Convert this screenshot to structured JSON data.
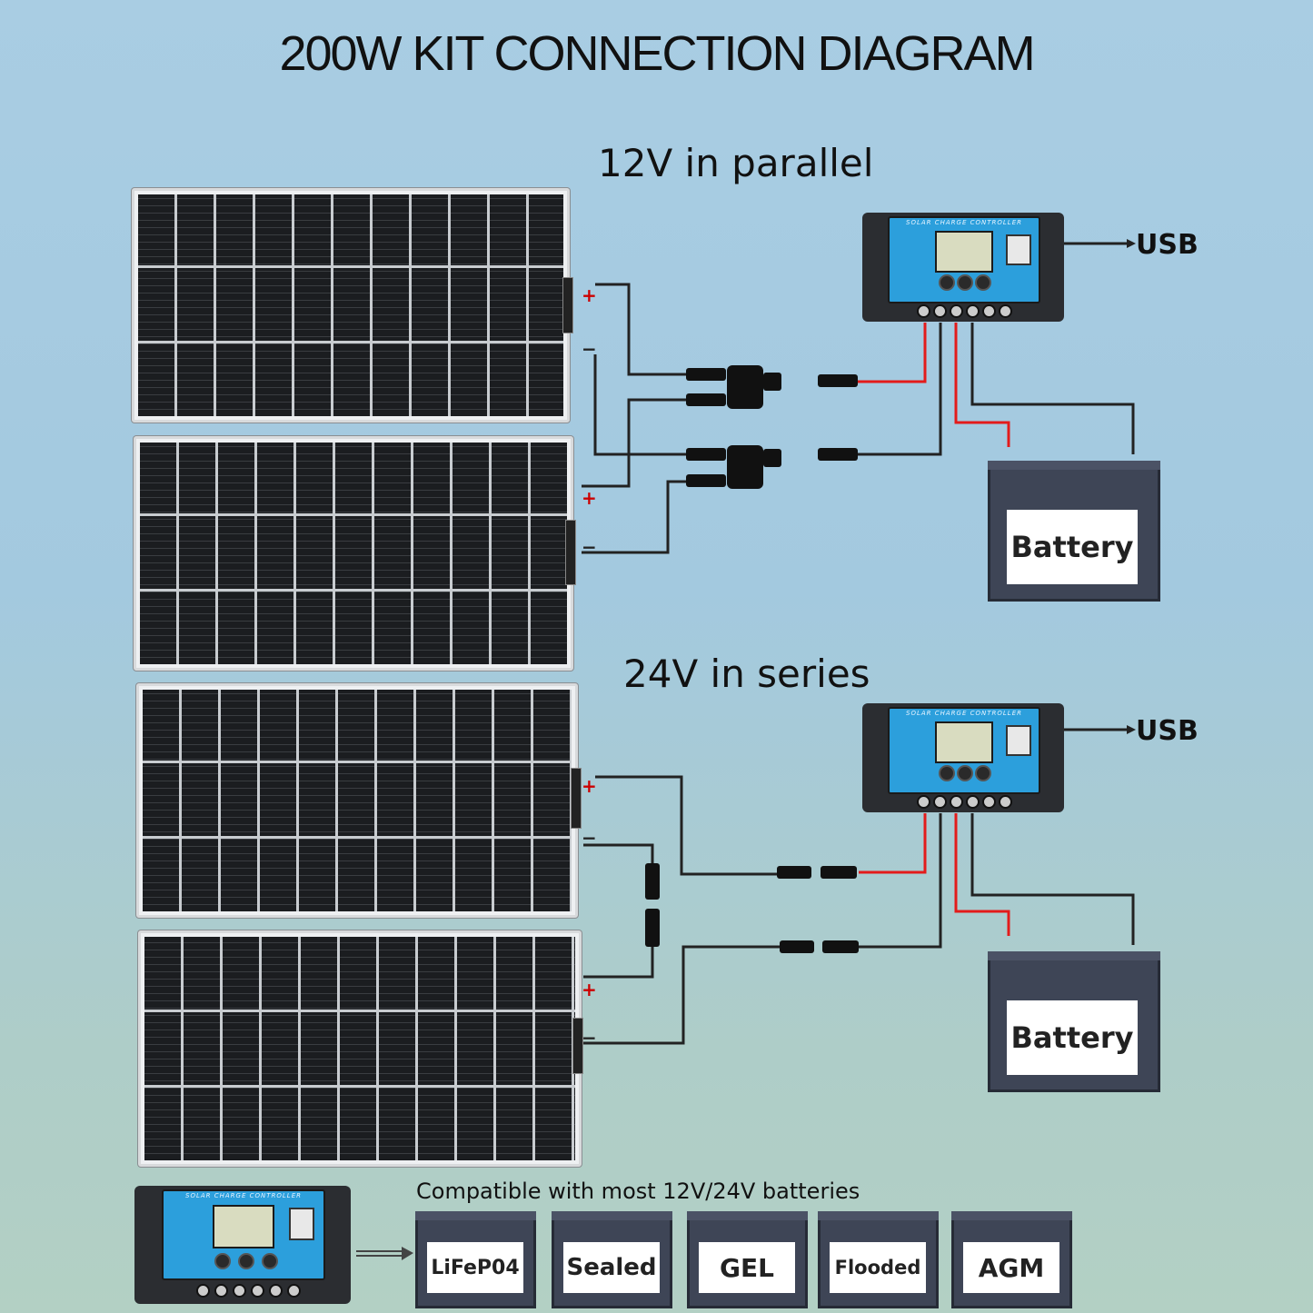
{
  "title": "200W KIT CONNECTION DIAGRAM",
  "parallel": {
    "subtitle": "12V in parallel",
    "usb_label": "USB",
    "battery_label": "Battery",
    "controller_caption": "SOLAR CHARGE CONTROLLER",
    "plus": "+",
    "minus": "−"
  },
  "series": {
    "subtitle": "24V in series",
    "usb_label": "USB",
    "battery_label": "Battery",
    "controller_caption": "SOLAR CHARGE CONTROLLER",
    "plus": "+",
    "minus": "−"
  },
  "compatibility": {
    "text": "Compatible with most 12V/24V batteries",
    "controller_caption": "SOLAR CHARGE CONTROLLER",
    "battery_types": [
      "LiFeP04",
      "Sealed",
      "GEL",
      "Flooded",
      "AGM"
    ]
  },
  "colors": {
    "positive_wire": "#e31b1b",
    "negative_wire": "#222222",
    "controller_face": "#2c9fdc",
    "battery_body": "#3e4556"
  }
}
